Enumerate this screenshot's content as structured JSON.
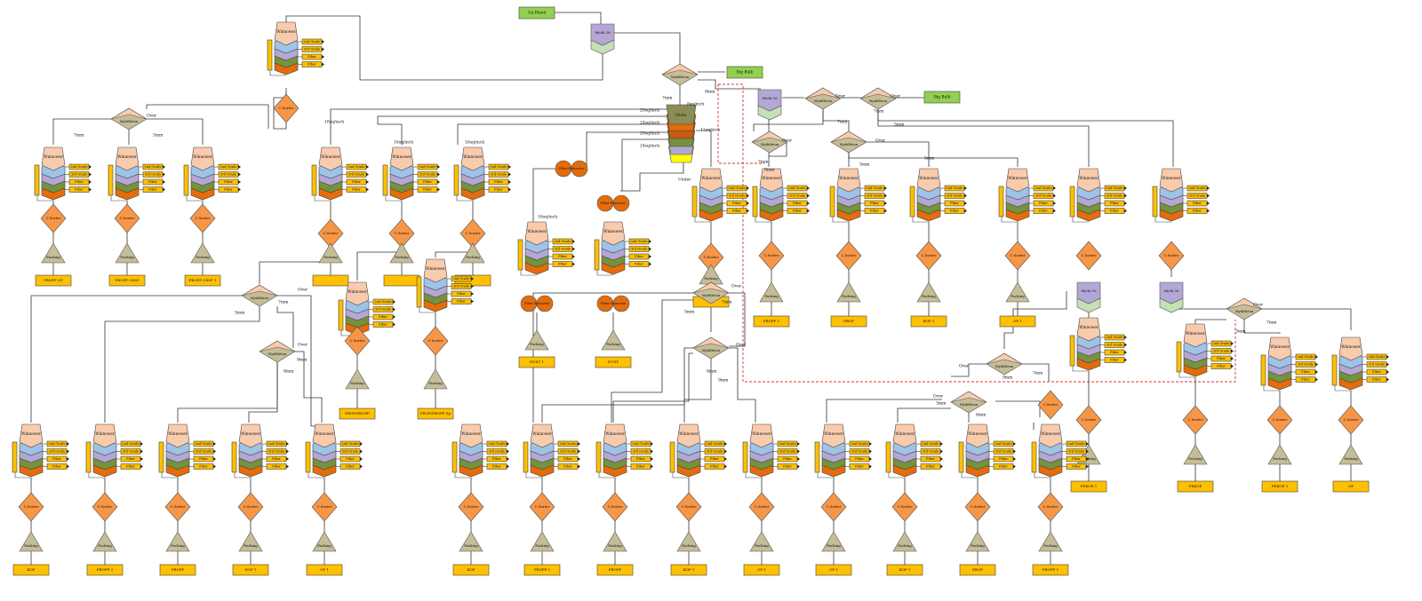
{
  "labels": {
    "lot_dhool": "1st Dhool",
    "michi": "Michi 16",
    "myddleton": "Myddleton",
    "big_bulk": "Big Bulk",
    "winnower": "Winnower",
    "c_sorter": "C.Sorter",
    "packing": "Packing",
    "fiber_extractor": "Fiber Extractor",
    "grade_2nd": "2nd Grade",
    "grade_3rd": "3rd Grade",
    "fiber": "Fiber",
    "chota": "Chota",
    "over": "Over",
    "under": "Under"
  },
  "mesh": {
    "m7": "7mm",
    "m8": "8mm",
    "m5": "5mm",
    "m9": "9mm",
    "m3": "3mm",
    "s20": "20sq/inch",
    "s24": "24sq/inch",
    "s18": "18sq/inch",
    "s16": "16sq/inch",
    "s8": "8sq/inch",
    "s12": "12sq/inch"
  },
  "outputs": {
    "fbopf_op": "FBOPF OP",
    "fbopf_ossp": "FBOPF OSSP",
    "fbopf_ossp1": "FBOPF OSSP 1",
    "fbop_fbopf": "FBOP/FBOPF",
    "fbop_fbopf_sp": "FBOP/FBOPF Sp",
    "dust1": "DUST 1",
    "dust": "DUST",
    "fbopf1": "FBOPF 1",
    "fbop": "FBOP",
    "bop1": "BOP 1",
    "op1": "OP 1",
    "pekoe1": "PEKOE 1",
    "pekoe": "PEKOE",
    "pekoe_1": "PEKOE 1",
    "op": "OP",
    "bop": "BOP",
    "fbopf2": "FBOPF 2",
    "fbopf_b": "FBOPF",
    "bop2": "BOP 1",
    "op2": "OP 1",
    "bop3": "BOP",
    "fbopf3": "FBOPF 1",
    "fbopf4": "FBOPF",
    "bop4": "BOP 1",
    "op3": "OP 1",
    "op4": "OP 1",
    "bop5": "BOP 1",
    "fbop2": "FBOP",
    "fbopf5": "FBOPF 1"
  },
  "colors": {
    "green": "#92d050",
    "purple": "#b4a7d6",
    "light_green": "#c5e0b4",
    "tan": "#c4bd97",
    "peach": "#f8cbad",
    "orange": "#f79646",
    "dark_orange": "#e46c0a",
    "blue": "#9dc3e6",
    "olive": "#76923c",
    "yellow": "#ffc000",
    "red_dash": "#e03030",
    "line": "#333333"
  }
}
